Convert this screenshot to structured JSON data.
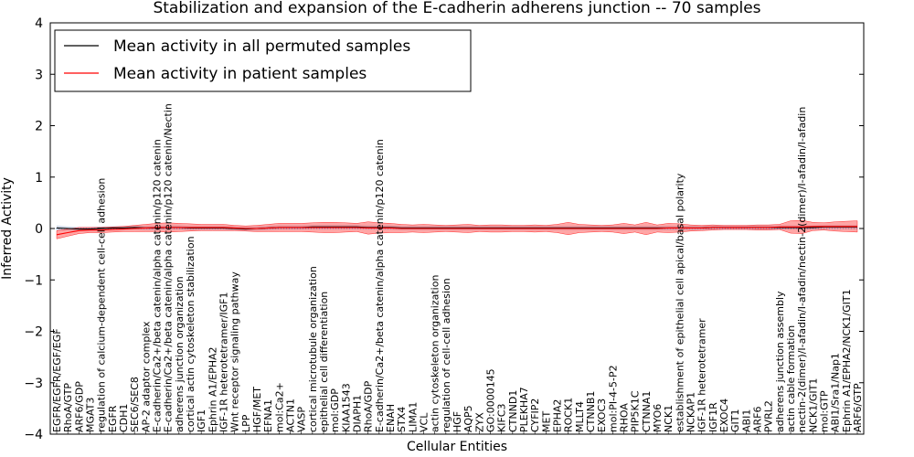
{
  "chart_data": {
    "type": "line",
    "title": "Stabilization and expansion of the E-cadherin adherens junction -- 70 samples",
    "xlabel": "Cellular Entities",
    "ylabel": "Inferred Activity",
    "ylim": [
      -4,
      4
    ],
    "yticks": [
      -4,
      -3,
      -2,
      -1,
      0,
      1,
      2,
      3,
      4
    ],
    "legend_position": "top-left",
    "grid": false,
    "categories": [
      "EGFR/EGFR/EGF/EGF",
      "RhoA/GTP",
      "ARF6/GDP",
      "MGAT3",
      "regulation of calcium-dependent cell-cell adhesion",
      "EGFR",
      "CDH1",
      "SEC6/SEC8",
      "AP-2 adaptor complex",
      "E-cadherin/Ca2+/beta catenin/alpha catenin/p120 catenin",
      "E-cadherin/Ca2+/beta catenin/alpha catenin/p120 catenin/Nectin",
      "adherens junction organization",
      "cortical actin cytoskeleton stabilization",
      "IGF1",
      "Ephrin A1/EPHA2",
      "IGF-1R heterotetramer/IGF1",
      "Wnt receptor signaling pathway",
      "LPP",
      "HGF/MET",
      "EFNA1",
      "mol:Ca2+",
      "ACTN1",
      "VASP",
      "cortical microtubule organization",
      "epithelial cell differentiation",
      "mol:GDP",
      "KIAA1543",
      "DIAPH1",
      "RhoA/GDP",
      "E-cadherin/Ca2+/beta catenin/alpha catenin/p120 catenin",
      "ENAH",
      "STX4",
      "LIMA1",
      "VCL",
      "actin cytoskeleton organization",
      "regulation of cell-cell adhesion",
      "HGF",
      "AQP5",
      "ZYX",
      "GO:0000145",
      "KIFC3",
      "CTNND1",
      "PLEKHA7",
      "CYFIP2",
      "MET",
      "EPHA2",
      "ROCK1",
      "MLLT4",
      "CTNNB1",
      "EXOC3",
      "mol:PI-4-5-P2",
      "RHOA",
      "PIP5K1C",
      "CTNNA1",
      "MYO6",
      "NCK1",
      "establishment of epithelial cell apical/basal polarity",
      "NCKAP1",
      "IGF-1R heterotetramer",
      "IGF1R",
      "EXOC4",
      "GIT1",
      "ABI1",
      "ARF6",
      "PVRL2",
      "adherens junction assembly",
      "actin cable formation",
      "nectin-2(dimer)/I-afadin/I-afadin/nectin-2(dimer)/I-afadin/I-afadin",
      "NCK1/GIT1",
      "mol:GTP",
      "ABI1/Sra1/Nap1",
      "Ephrin A1/EPHA2/NCK1/GIT1",
      "ARF6/GTP"
    ],
    "series": [
      {
        "name": "Mean activity in all permuted samples",
        "color": "#000000",
        "values": [
          0.01,
          0.0,
          -0.01,
          -0.01,
          0.0,
          0.01,
          0.01,
          0.02,
          0.01,
          0.01,
          0.02,
          0.02,
          0.01,
          0.01,
          0.01,
          0.01,
          0.0,
          -0.01,
          0.0,
          0.01,
          0.02,
          0.02,
          0.02,
          0.03,
          0.03,
          0.03,
          0.03,
          0.03,
          0.02,
          0.02,
          0.02,
          0.01,
          0.01,
          0.01,
          0.01,
          0.01,
          0.01,
          0.01,
          0.01,
          0.01,
          0.01,
          0.01,
          0.01,
          0.01,
          0.01,
          0.01,
          0.01,
          0.01,
          0.01,
          0.01,
          0.01,
          0.01,
          0.01,
          0.01,
          0.01,
          0.01,
          0.01,
          0.01,
          0.01,
          0.02,
          0.02,
          0.02,
          0.02,
          0.02,
          0.02,
          0.02,
          0.02,
          0.02,
          0.02,
          0.03,
          0.03,
          0.03,
          0.03
        ]
      },
      {
        "name": "Mean activity in patient samples",
        "color": "#ff0000",
        "values": [
          -0.12,
          -0.08,
          -0.04,
          -0.03,
          -0.03,
          -0.02,
          -0.01,
          0.0,
          0.01,
          0.02,
          0.02,
          0.02,
          0.02,
          0.02,
          0.02,
          0.02,
          0.01,
          0.0,
          0.0,
          0.01,
          0.02,
          0.02,
          0.02,
          0.02,
          0.02,
          0.02,
          0.02,
          0.02,
          0.01,
          0.01,
          0.01,
          0.0,
          0.0,
          0.0,
          0.0,
          0.0,
          0.0,
          0.0,
          0.0,
          0.0,
          0.0,
          0.0,
          0.0,
          0.0,
          0.0,
          0.0,
          0.0,
          0.0,
          0.0,
          0.0,
          0.0,
          0.0,
          0.0,
          0.0,
          0.0,
          0.01,
          0.01,
          0.01,
          0.01,
          0.02,
          0.02,
          0.02,
          0.02,
          0.02,
          0.02,
          0.03,
          0.03,
          0.03,
          0.04,
          0.04,
          0.04,
          0.04,
          0.04
        ]
      }
    ],
    "bands": [
      {
        "of_series": "Mean activity in patient samples",
        "color": "#ff0000",
        "spread": [
          0.08,
          0.07,
          0.06,
          0.05,
          0.05,
          0.05,
          0.05,
          0.06,
          0.07,
          0.08,
          0.09,
          0.08,
          0.07,
          0.06,
          0.06,
          0.06,
          0.05,
          0.05,
          0.06,
          0.07,
          0.08,
          0.08,
          0.08,
          0.09,
          0.1,
          0.1,
          0.09,
          0.08,
          0.12,
          0.1,
          0.09,
          0.08,
          0.07,
          0.08,
          0.07,
          0.06,
          0.07,
          0.08,
          0.06,
          0.07,
          0.07,
          0.06,
          0.06,
          0.07,
          0.06,
          0.08,
          0.12,
          0.08,
          0.07,
          0.06,
          0.07,
          0.1,
          0.07,
          0.12,
          0.07,
          0.09,
          0.08,
          0.06,
          0.05,
          0.05,
          0.04,
          0.04,
          0.04,
          0.05,
          0.05,
          0.05,
          0.12,
          0.13,
          0.08,
          0.07,
          0.09,
          0.1,
          0.11
        ]
      },
      {
        "of_series": "Mean activity in all permuted samples",
        "color": "#a0b4d2",
        "spread": [
          0.05,
          0.04,
          0.04,
          0.04,
          0.04,
          0.04,
          0.04,
          0.04,
          0.04,
          0.04,
          0.04,
          0.04,
          0.04,
          0.04,
          0.04,
          0.04,
          0.04,
          0.04,
          0.04,
          0.04,
          0.04,
          0.04,
          0.04,
          0.04,
          0.04,
          0.04,
          0.04,
          0.04,
          0.04,
          0.04,
          0.04,
          0.04,
          0.04,
          0.04,
          0.04,
          0.04,
          0.04,
          0.04,
          0.04,
          0.04,
          0.04,
          0.04,
          0.04,
          0.04,
          0.04,
          0.04,
          0.04,
          0.04,
          0.04,
          0.04,
          0.04,
          0.04,
          0.04,
          0.04,
          0.04,
          0.04,
          0.04,
          0.04,
          0.04,
          0.04,
          0.04,
          0.04,
          0.04,
          0.04,
          0.04,
          0.04,
          0.04,
          0.04,
          0.04,
          0.04,
          0.04,
          0.04,
          0.04
        ]
      }
    ]
  }
}
